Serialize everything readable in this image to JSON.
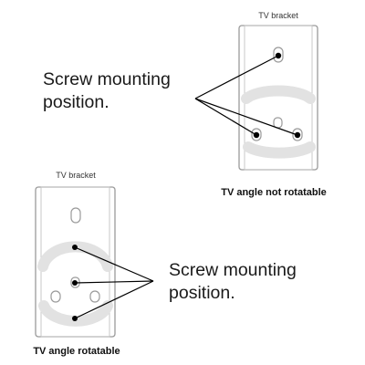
{
  "top_diagram": {
    "bracket_label": "TV bracket",
    "callout_line1": "Screw mounting",
    "callout_line2": "position.",
    "caption": "TV angle not rotatable"
  },
  "bottom_diagram": {
    "bracket_label": "TV bracket",
    "callout_line1": "Screw mounting",
    "callout_line2": "position.",
    "caption": "TV angle rotatable"
  },
  "colors": {
    "outline": "#999999",
    "arc": "#e2e2e2",
    "screw_dot": "#000000",
    "leader_line": "#000000"
  }
}
